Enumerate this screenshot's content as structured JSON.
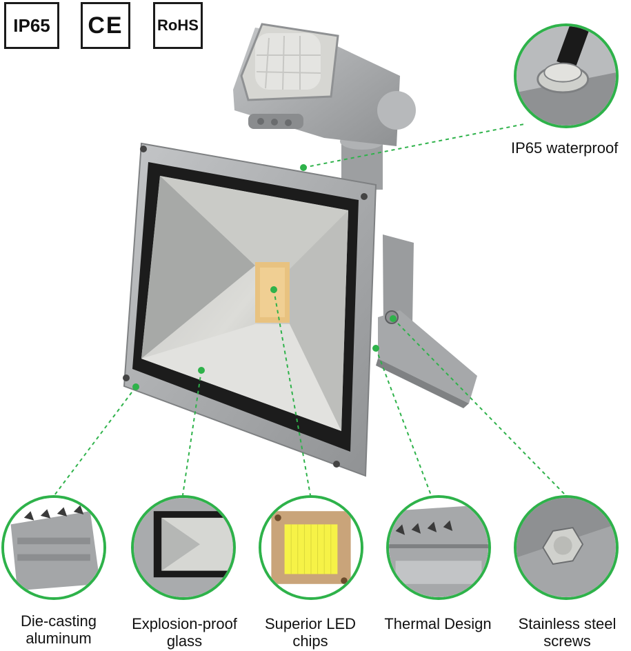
{
  "badges": {
    "ip": "IP65",
    "ce": "CE",
    "rohs": "RoHS"
  },
  "callouts": {
    "waterproof": "IP65 waterproof",
    "die_casting": {
      "line1": "Die-casting",
      "line2": "aluminum"
    },
    "glass": {
      "line1": "Explosion-proof",
      "line2": "glass"
    },
    "led": {
      "line1": "Superior LED",
      "line2": "chips"
    },
    "thermal": {
      "line1": "Thermal Design"
    },
    "screws": {
      "line1": "Stainless steel",
      "line2": "screws"
    }
  },
  "colors": {
    "accent": "#2eb24a",
    "housing": "#a9abad",
    "led_chip": "#e8c280"
  }
}
